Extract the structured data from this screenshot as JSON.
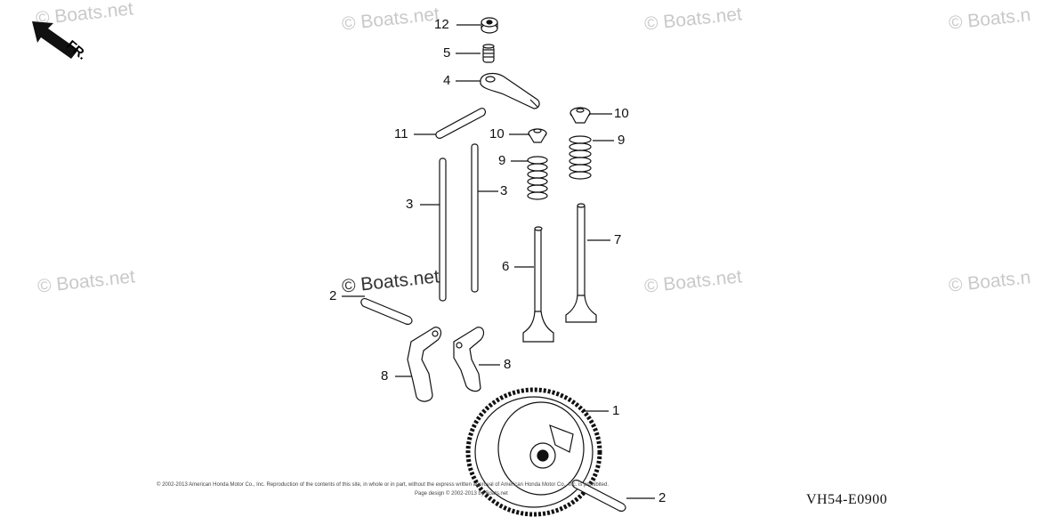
{
  "watermarks": [
    "© Boats.net",
    "© Boats.net",
    "© Boats.net",
    "© Boats.n",
    "© Boats.net",
    "© Boats.net",
    "© Boats.net",
    "© Boats.n"
  ],
  "direction_label": "FR.",
  "callouts": {
    "c12": "12",
    "c5": "5",
    "c4": "4",
    "c11": "11",
    "c10a": "10",
    "c10b": "10",
    "c9a": "9",
    "c9b": "9",
    "c3a": "3",
    "c3b": "3",
    "c7": "7",
    "c6": "6",
    "c2a": "2",
    "c8a": "8",
    "c8b": "8",
    "c1": "1",
    "c2b": "2"
  },
  "diagram_code": "VH54-E0900",
  "copyright_line1": "© 2002-2013 American Honda Motor Co., Inc. Reproduction of the contents of this site, in whole or in part, without the express written approval of American Honda Motor Co., Inc. is prohibited.",
  "copyright_line2": "Page design © 2002-2013 by Boats.net"
}
